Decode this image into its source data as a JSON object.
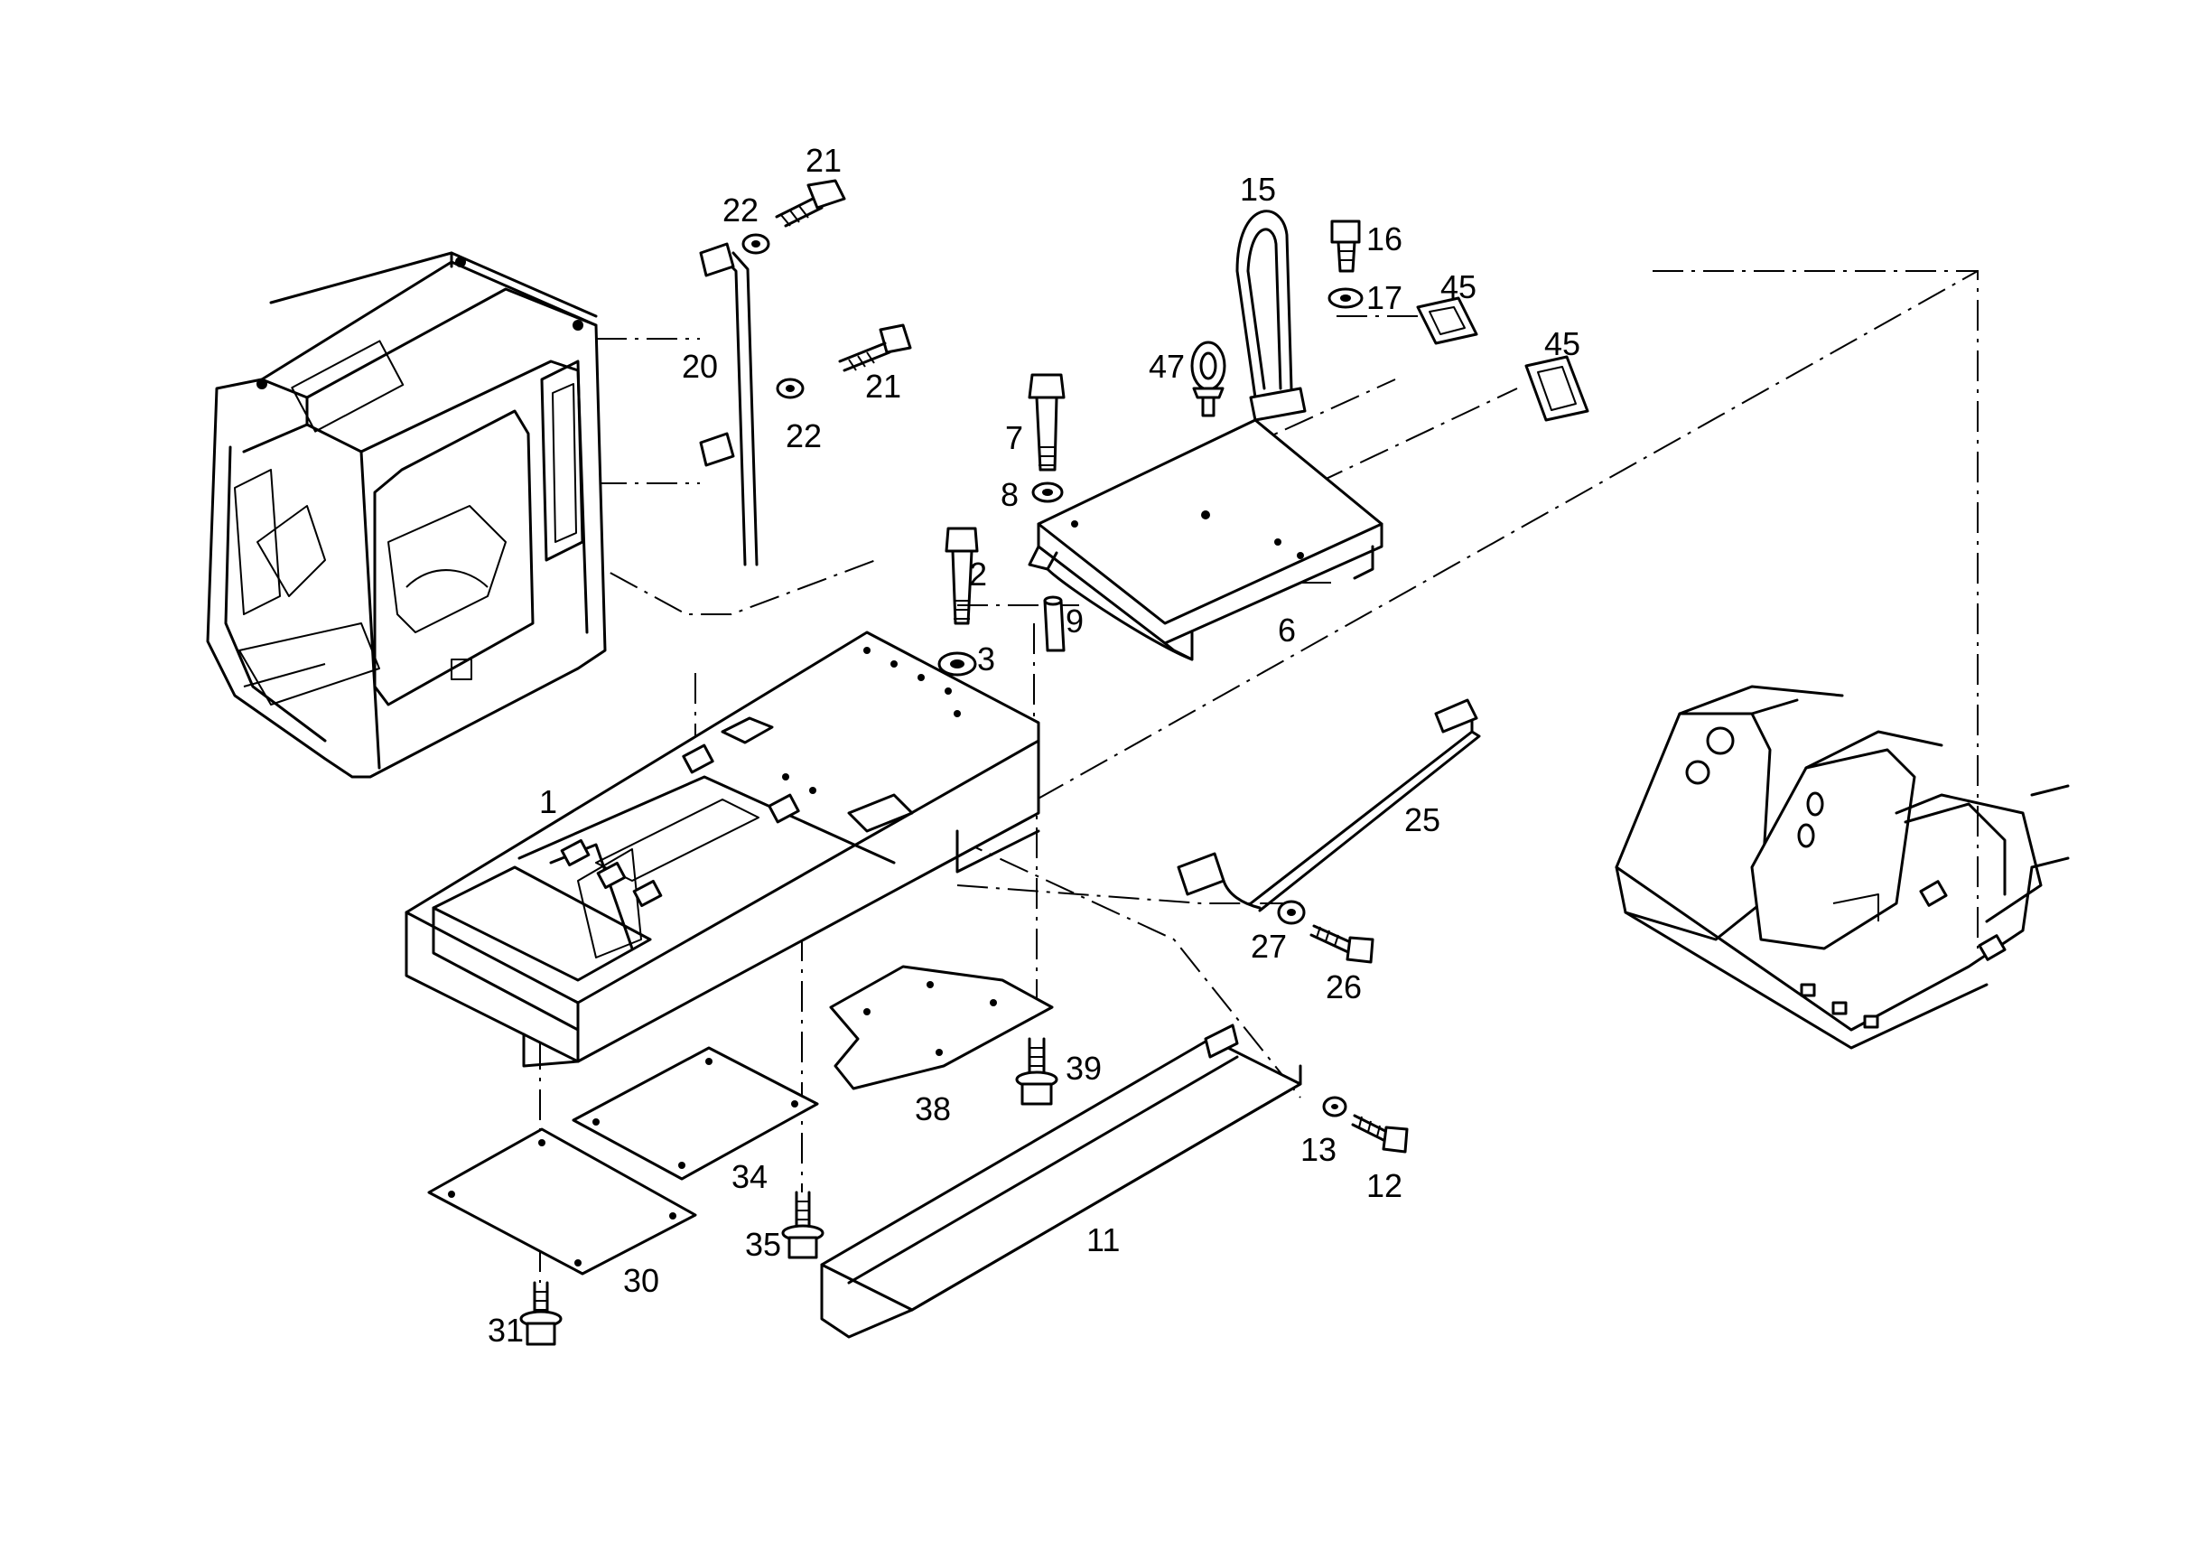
{
  "labels": {
    "p1": "1",
    "p2": "2",
    "p3": "3",
    "p6": "6",
    "p7": "7",
    "p8": "8",
    "p9": "9",
    "p11": "11",
    "p12": "12",
    "p13": "13",
    "p15": "15",
    "p16": "16",
    "p17": "17",
    "p20": "20",
    "p21a": "21",
    "p21b": "21",
    "p22a": "22",
    "p22b": "22",
    "p25": "25",
    "p26": "26",
    "p27": "27",
    "p30": "30",
    "p31": "31",
    "p34": "34",
    "p35": "35",
    "p38": "38",
    "p39": "39",
    "p45a": "45",
    "p45b": "45",
    "p47": "47"
  }
}
